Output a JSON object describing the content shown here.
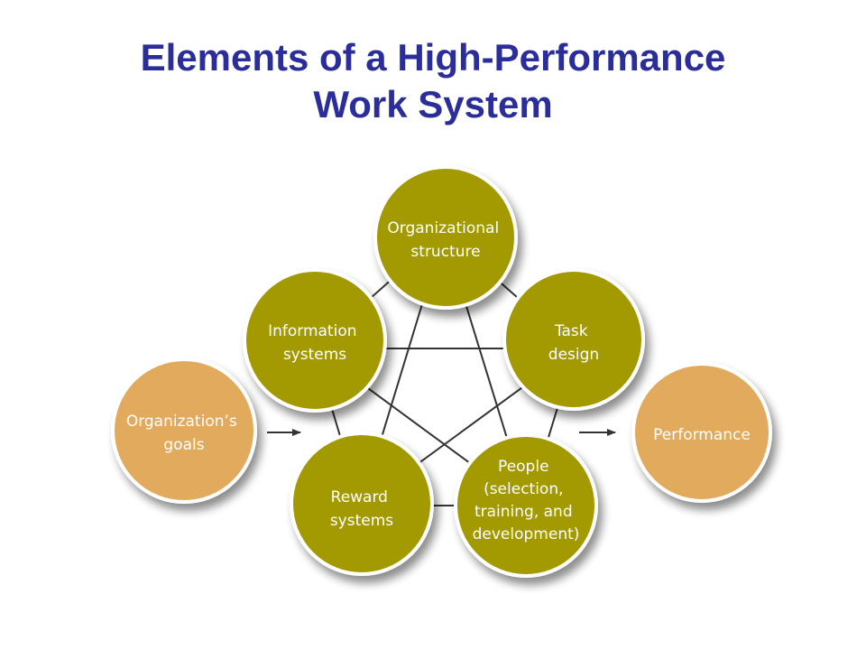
{
  "title": {
    "line1": "Elements of a High-Performance",
    "line2": "Work System"
  },
  "colors": {
    "title": "#2b2e9a",
    "element_fill": "#a29a00",
    "element_ring": "#ffffff",
    "endpoint_fill": "#e2aa5c",
    "connector": "#333333",
    "label": "#ffffff"
  },
  "nodes": {
    "organizational_structure": {
      "label": [
        "Organizational",
        "structure"
      ]
    },
    "task_design": {
      "label": [
        "Task",
        "design"
      ]
    },
    "people": {
      "label": [
        "People",
        "(selection,",
        "training, and",
        "development)"
      ]
    },
    "reward_systems": {
      "label": [
        "Reward",
        "systems"
      ]
    },
    "information_systems": {
      "label": [
        "Information",
        "systems"
      ]
    },
    "organizations_goals": {
      "label": [
        "Organization’s",
        "goals"
      ]
    },
    "performance": {
      "label": [
        "Performance"
      ]
    }
  }
}
